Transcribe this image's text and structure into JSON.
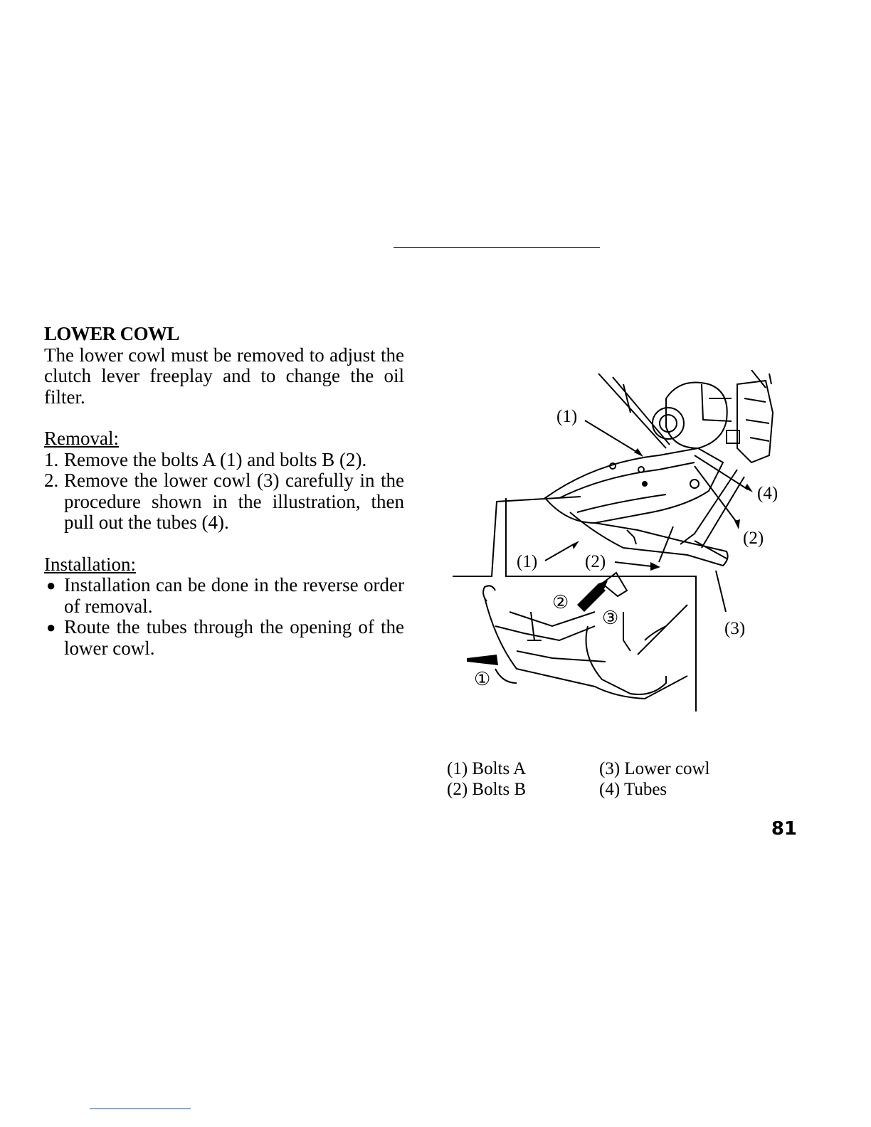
{
  "section": {
    "heading": "LOWER COWL",
    "intro": "The lower cowl must be removed to adjust the clutch lever freeplay and to change the oil filter."
  },
  "removal": {
    "title": "Removal:",
    "steps": [
      {
        "num": "1.",
        "text": "Remove the bolts A (1) and bolts B (2)."
      },
      {
        "num": "2.",
        "text": "Remove the lower cowl (3) carefully in the procedure shown in the illustration, then pull out the tubes (4)."
      }
    ]
  },
  "installation": {
    "title": "Installation:",
    "bullets": [
      "Installation can be done in the reverse order of removal.",
      "Route the tubes through the opening of the lower cowl."
    ]
  },
  "figure": {
    "callouts": {
      "c1_top": "(1)",
      "c4": "(4)",
      "c2_right": "(2)",
      "c1_bottom": "(1)",
      "c2_bottom": "(2)",
      "c3": "(3)",
      "step1": "①",
      "step2": "②",
      "step3": "③"
    }
  },
  "legend": {
    "items": [
      "(1) Bolts A",
      "(2) Bolts B",
      "(3) Lower cowl",
      "(4) Tubes"
    ]
  },
  "page_number": "81"
}
